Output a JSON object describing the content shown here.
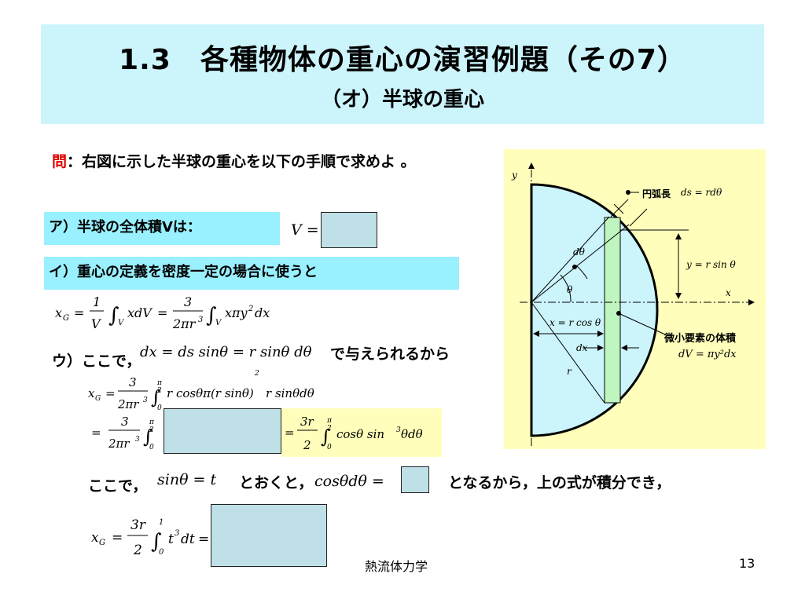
{
  "title": {
    "main": "1.3　各種物体の重心の演習例題（その7）",
    "sub": "（オ）半球の重心"
  },
  "question": {
    "label": "問",
    "text": "：右図に示した半球の重心を以下の手順で求めよ 。"
  },
  "steps": {
    "a_label": "ア）半球の全体積Vは：",
    "a_lhs": "V =",
    "i_label": "イ）重心の定義を密度一定の場合に使うと",
    "i_formula": "x_G = (1/V)∫_V x dV = (3/(2πr³))∫_V xπy² dx",
    "u_label": "ウ）ここで，",
    "u_formula": "dx = ds sinθ = r sinθ dθ",
    "u_suffix": "で与えられるから",
    "u_formula2": "x_G = (3/(2πr³))∫₀^{π/2} r cosθ π(r sinθ)² r sinθ dθ",
    "u_formula3_lhs": "= (3/(2πr³))∫₀^{π/2}",
    "u_formula3_rhs": "= (3r/2)∫₀^{π/2} cosθ sin³θ dθ",
    "here_label": "ここで，",
    "sub_formula": "sinθ = t",
    "sub_text": "とおくと，",
    "cos_formula": "cosθdθ =",
    "sub_suffix": "となるから，上の式が積分でき，",
    "final_formula": "x_G = (3r/2)∫₀¹ t³ dt ="
  },
  "diagram": {
    "y_axis": "y",
    "x_axis": "x",
    "arc_label": "円弧長",
    "arc_formula": "ds = rdθ",
    "dtheta": "dθ",
    "theta": "θ",
    "y_formula": "y = r sin θ",
    "x_formula": "x = r cos θ",
    "dx": "dx",
    "r": "r",
    "element_label": "微小要素の体積",
    "element_formula": "dV = πy²dx"
  },
  "footer": {
    "course": "熱流体力学",
    "page": "13"
  },
  "colors": {
    "title_bg": "#ccf4fb",
    "bar_bg": "#99f0ff",
    "answer_box": "#bfe0e6",
    "diagram_bg": "#ffffbb",
    "hemisphere": "#ccf4fb",
    "strip": "#bff5bf",
    "accent_red": "#e00000"
  }
}
